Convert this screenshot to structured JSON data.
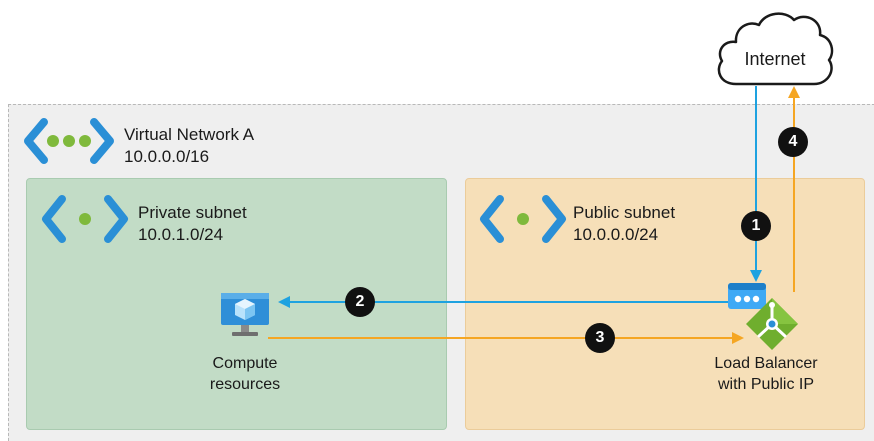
{
  "internet": {
    "label": "Internet"
  },
  "vnet": {
    "name": "Virtual Network A",
    "cidr": "10.0.0.0/16"
  },
  "private_subnet": {
    "name": "Private subnet",
    "cidr": "10.0.1.0/24"
  },
  "public_subnet": {
    "name": "Public subnet",
    "cidr": "10.0.0.0/24"
  },
  "compute": {
    "line1": "Compute",
    "line2": "resources"
  },
  "load_balancer": {
    "line1": "Load Balancer",
    "line2": "with Public IP"
  },
  "steps": [
    "1",
    "2",
    "3",
    "4"
  ],
  "colors": {
    "inbound": "#1ea2e0",
    "outbound": "#f5a623",
    "vnet_bg": "#efefef",
    "private_bg": "#c2dcc6",
    "public_bg": "#f6dfb8"
  },
  "icons": [
    "cloud-icon",
    "vnet-icon",
    "subnet-icon",
    "virtual-machine-icon",
    "public-ip-icon",
    "load-balancer-icon"
  ]
}
